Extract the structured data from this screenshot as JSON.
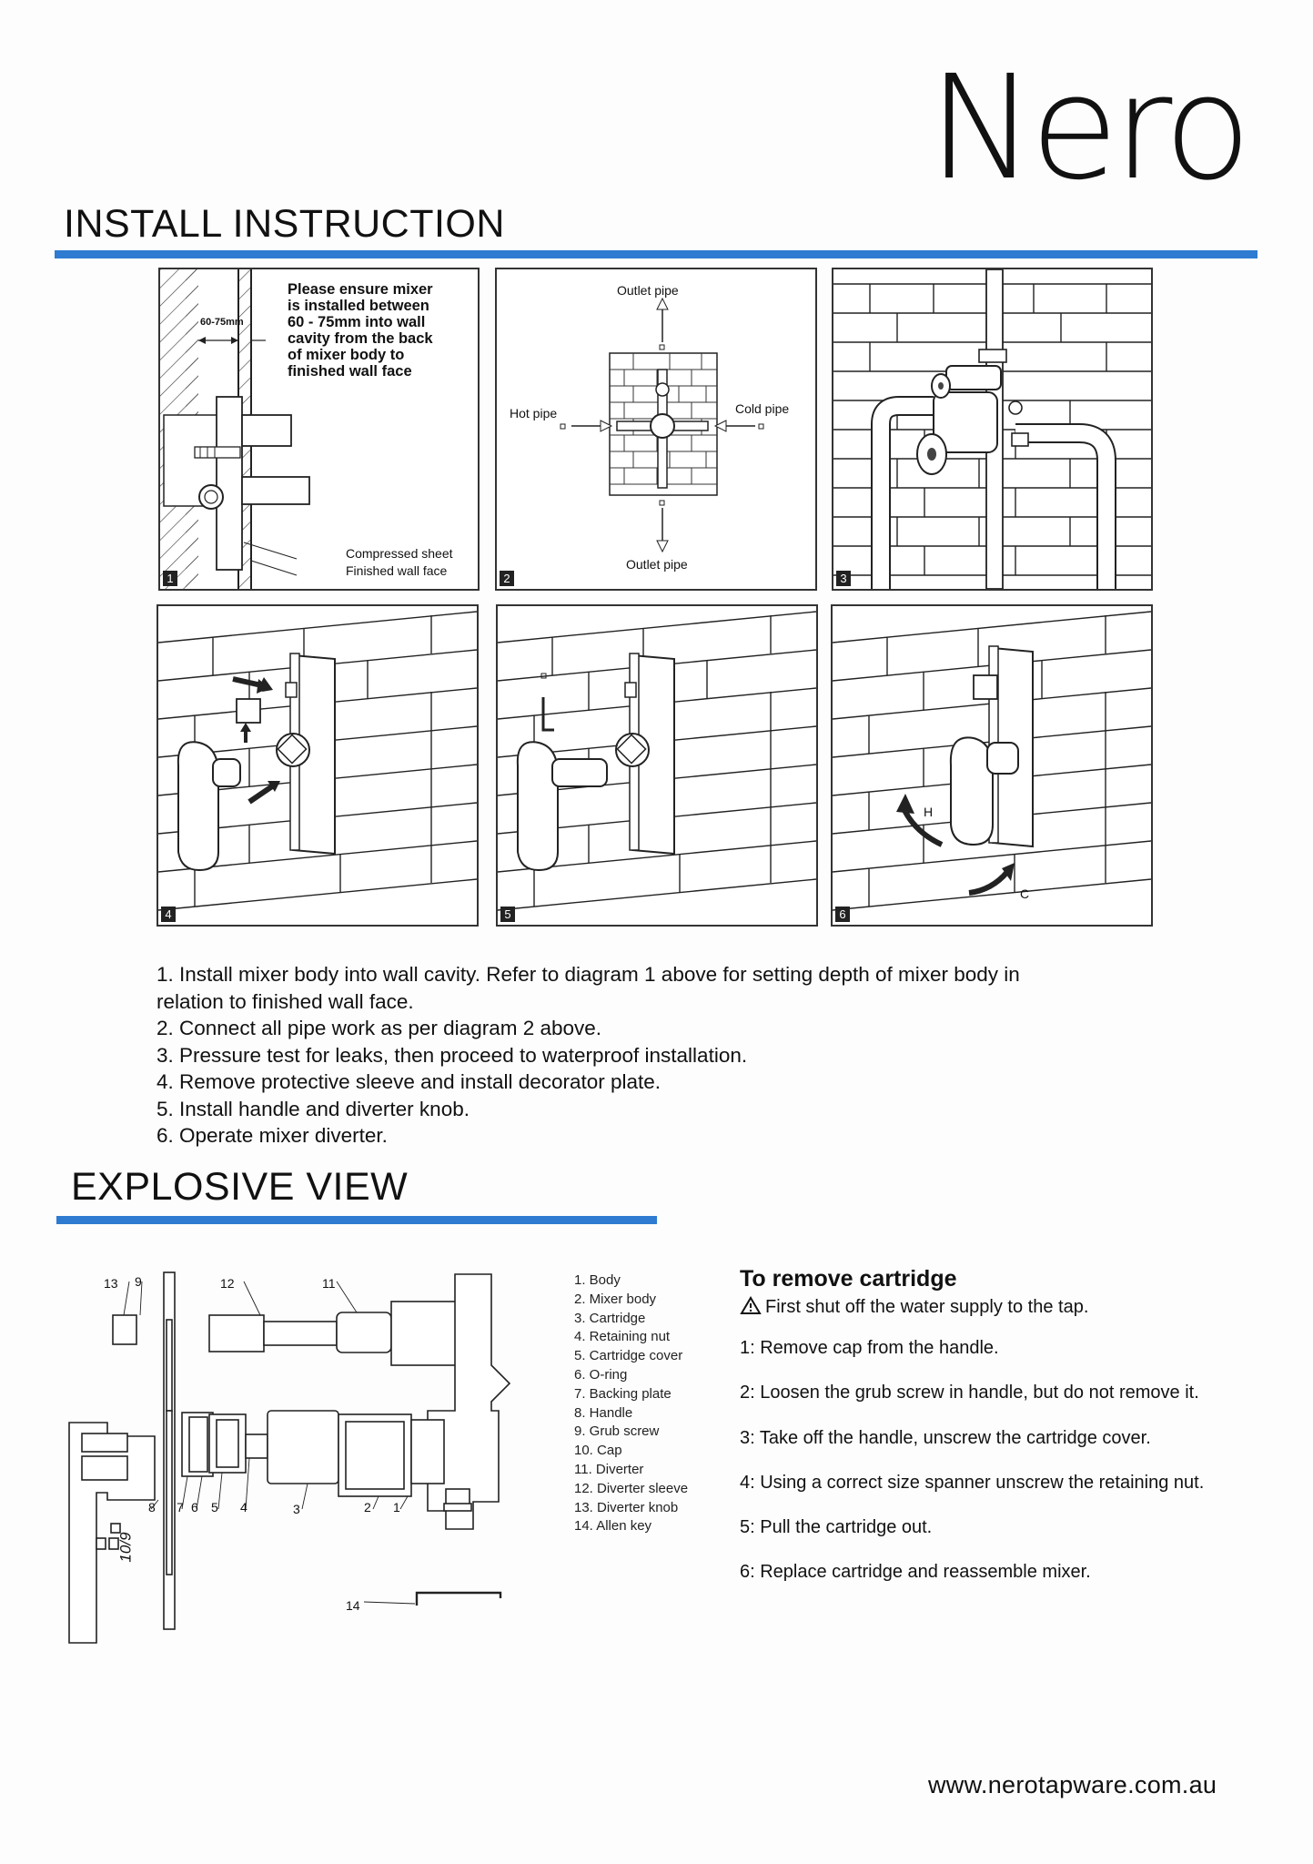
{
  "brand": {
    "logo": "Nero"
  },
  "install": {
    "heading": "INSTALL INSTRUCTION",
    "panel1": {
      "note": [
        "Please ensure mixer",
        "is installed between",
        "60 - 75mm into wall",
        "cavity from the back",
        "of mixer body to",
        "finished wall face"
      ],
      "dimension": "60-75mm",
      "callouts": [
        "Compressed sheet",
        "Finished wall face"
      ],
      "number": "1"
    },
    "panel2": {
      "outlet_top": "Outlet pipe",
      "outlet_bottom": "Outlet pipe",
      "hot": "Hot pipe",
      "cold": "Cold pipe",
      "number": "2"
    },
    "panel3": {
      "number": "3"
    },
    "panel4": {
      "number": "4"
    },
    "panel5": {
      "number": "5"
    },
    "panel6": {
      "hot_mark": "H",
      "cold_mark": "C",
      "number": "6"
    },
    "steps": [
      "1. Install mixer body into wall cavity. Refer to diagram 1 above for setting depth of mixer body in",
      "relation to finished wall face.",
      "2. Connect all pipe work as per diagram 2 above.",
      "3. Pressure test for leaks, then proceed to waterproof installation.",
      "4. Remove protective sleeve and install decorator plate.",
      "5. Install handle and diverter knob.",
      "6. Operate mixer diverter."
    ]
  },
  "explosive": {
    "heading": "EXPLOSIVE VIEW",
    "callouts": [
      "13",
      "9",
      "12",
      "11",
      "8",
      "7",
      "6",
      "5",
      "4",
      "3",
      "2",
      "1",
      "14",
      "10",
      "9"
    ],
    "parts": [
      "1. Body",
      "2. Mixer body",
      "3. Cartridge",
      "4. Retaining nut",
      "5. Cartridge cover",
      "6. O-ring",
      "7. Backing plate",
      "8. Handle",
      "9. Grub screw",
      "10. Cap",
      "11. Diverter",
      "12. Diverter sleeve",
      "13. Diverter knob",
      "14. Allen key"
    ]
  },
  "remove_cartridge": {
    "title": "To remove cartridge",
    "warning_icon": "warning-triangle-icon",
    "warning": "First shut off the water supply to the tap.",
    "steps": [
      "1: Remove cap from the handle.",
      "2: Loosen the grub screw in handle, but do not remove it.",
      "3: Take off the handle, unscrew the cartridge cover.",
      "4: Using a correct size spanner unscrew the retaining nut.",
      "5: Pull the cartridge out.",
      "6: Replace cartridge and reassemble mixer."
    ]
  },
  "footer": {
    "url": "www.nerotapware.com.au"
  },
  "colors": {
    "accent_rule": "#2e7bd1",
    "ink": "#111111"
  }
}
